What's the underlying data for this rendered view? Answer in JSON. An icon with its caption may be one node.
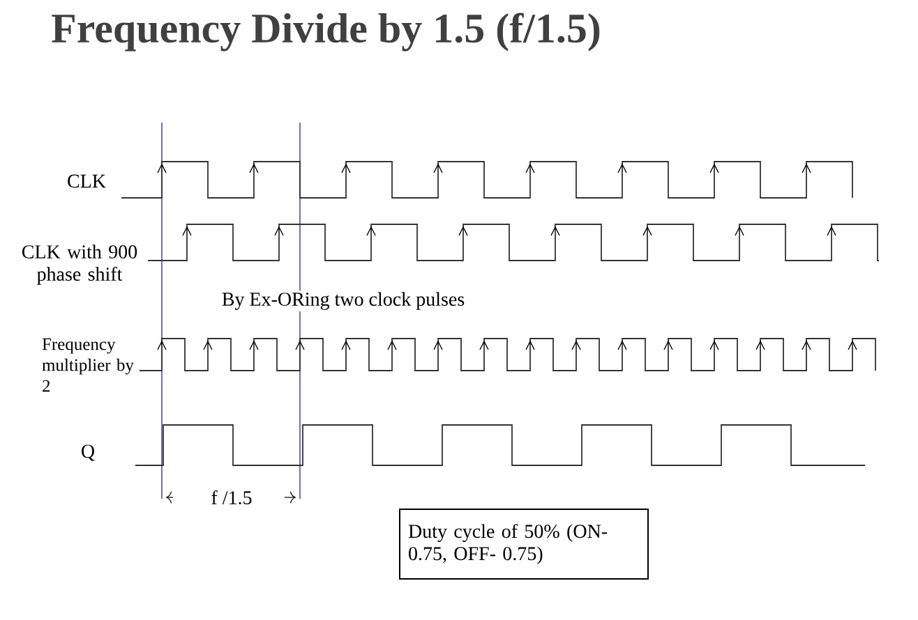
{
  "diagram": {
    "title": "Frequency Divide by 1.5 (f/1.5)",
    "nodes": [
      {
        "text": [
          "Duty cycle of 50% (ON- 0.75,  OFF- 0.75)"
        ]
      }
    ],
    "labels": [
      "CLK",
      "CLK with 900 phase shift",
      "By Ex-ORing two clock pulses",
      "Frequency multiplier by 2",
      "Q",
      "f /1.5"
    ]
  }
}
